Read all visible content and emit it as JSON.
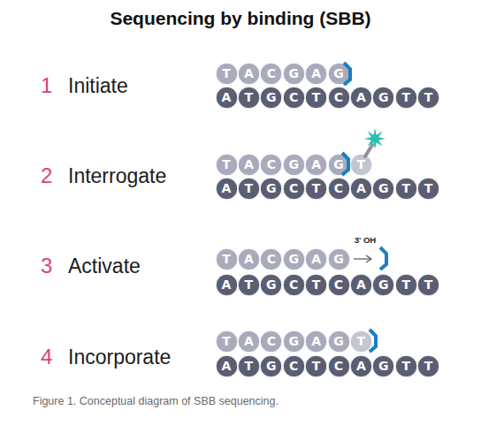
{
  "diagram": {
    "title": "Sequencing by binding (SBB)",
    "caption": "Figure 1. Conceptual diagram of SBB sequencing.",
    "nodes": [
      {
        "text": [
          "T"
        ]
      },
      {
        "text": [
          "A"
        ]
      },
      {
        "text": [
          "C"
        ]
      },
      {
        "text": [
          "G"
        ]
      },
      {
        "text": [
          "A"
        ]
      },
      {
        "text": [
          "G"
        ]
      },
      {
        "text": [
          "A"
        ]
      },
      {
        "text": [
          "T"
        ]
      },
      {
        "text": [
          "G"
        ]
      },
      {
        "text": [
          "C"
        ]
      },
      {
        "text": [
          "T"
        ]
      },
      {
        "text": [
          "C"
        ]
      },
      {
        "text": [
          "A"
        ]
      },
      {
        "text": [
          "G"
        ]
      },
      {
        "text": [
          "T"
        ]
      },
      {
        "text": [
          "T"
        ]
      },
      {
        "text": [
          "T"
        ]
      },
      {
        "text": [
          "A"
        ]
      },
      {
        "text": [
          "C"
        ]
      },
      {
        "text": [
          "G"
        ]
      },
      {
        "text": [
          "A"
        ]
      },
      {
        "text": [
          "G"
        ]
      },
      {
        "text": [
          "T"
        ]
      },
      {
        "text": [
          "A"
        ]
      },
      {
        "text": [
          "T"
        ]
      },
      {
        "text": [
          "G"
        ]
      },
      {
        "text": [
          "C"
        ]
      },
      {
        "text": [
          "T"
        ]
      },
      {
        "text": [
          "C"
        ]
      },
      {
        "text": [
          "A"
        ]
      },
      {
        "text": [
          "G"
        ]
      },
      {
        "text": [
          "T"
        ]
      },
      {
        "text": [
          "T"
        ]
      },
      {
        "text": [
          "T"
        ]
      },
      {
        "text": [
          "A"
        ]
      },
      {
        "text": [
          "C"
        ]
      },
      {
        "text": [
          "G"
        ]
      },
      {
        "text": [
          "A"
        ]
      },
      {
        "text": [
          "G"
        ]
      },
      {
        "text": [
          "A"
        ]
      },
      {
        "text": [
          "T"
        ]
      },
      {
        "text": [
          "G"
        ]
      },
      {
        "text": [
          "C"
        ]
      },
      {
        "text": [
          "T"
        ]
      },
      {
        "text": [
          "C"
        ]
      },
      {
        "text": [
          "A"
        ]
      },
      {
        "text": [
          "G"
        ]
      },
      {
        "text": [
          "T"
        ]
      },
      {
        "text": [
          "T"
        ]
      },
      {
        "text": [
          "T"
        ]
      },
      {
        "text": [
          "A"
        ]
      },
      {
        "text": [
          "C"
        ]
      },
      {
        "text": [
          "G"
        ]
      },
      {
        "text": [
          "A"
        ]
      },
      {
        "text": [
          "G"
        ]
      },
      {
        "text": [
          "T"
        ]
      },
      {
        "text": [
          "A"
        ]
      },
      {
        "text": [
          "T"
        ]
      },
      {
        "text": [
          "G"
        ]
      },
      {
        "text": [
          "C"
        ]
      },
      {
        "text": [
          "T"
        ]
      },
      {
        "text": [
          "C"
        ]
      },
      {
        "text": [
          "A"
        ]
      },
      {
        "text": [
          "G"
        ]
      },
      {
        "text": [
          "T"
        ]
      },
      {
        "text": [
          "T"
        ]
      }
    ],
    "labels": [
      "1",
      "Initiate",
      "2",
      "Interrogate",
      "3",
      "Activate",
      "3' OH",
      "4",
      "Incorporate"
    ]
  }
}
